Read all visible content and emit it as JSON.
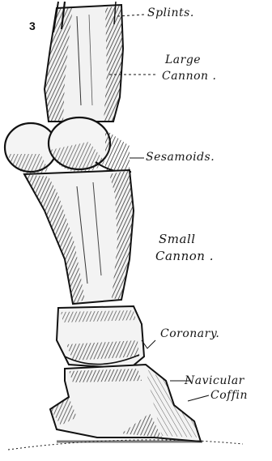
{
  "figure": {
    "number": "3",
    "labels": {
      "splints": "Splints.",
      "large_cannon_1": "Large",
      "large_cannon_2": "Cannon .",
      "sesamoids": "Sesamoids.",
      "small_cannon_1": "Small",
      "small_cannon_2": "Cannon .",
      "coronary": "Coronary.",
      "navicular": "Navicular",
      "coffin": "Coffin"
    }
  }
}
